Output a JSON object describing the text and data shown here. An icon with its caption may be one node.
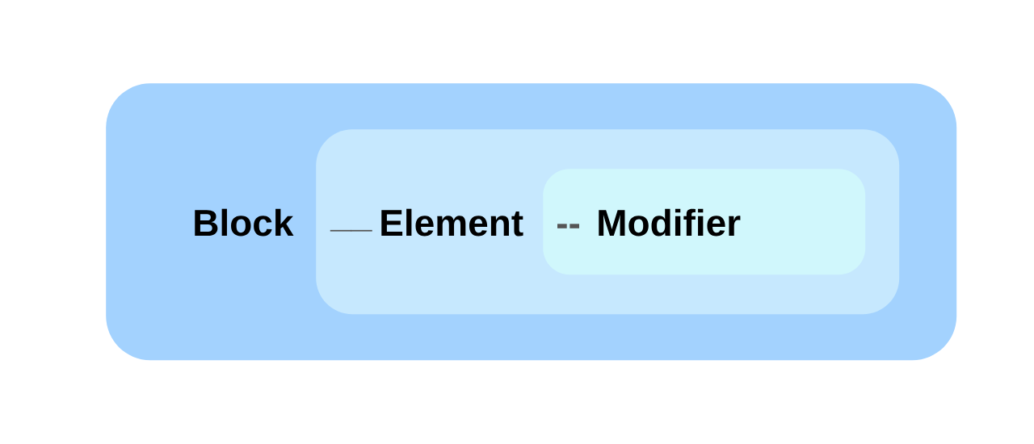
{
  "diagram": {
    "nodes": [
      {
        "text": [
          "Block"
        ]
      },
      {
        "text": [
          "__",
          "Element"
        ],
        "in": 0
      },
      {
        "text": [
          "--",
          "Modifier"
        ],
        "in": 1
      }
    ]
  }
}
